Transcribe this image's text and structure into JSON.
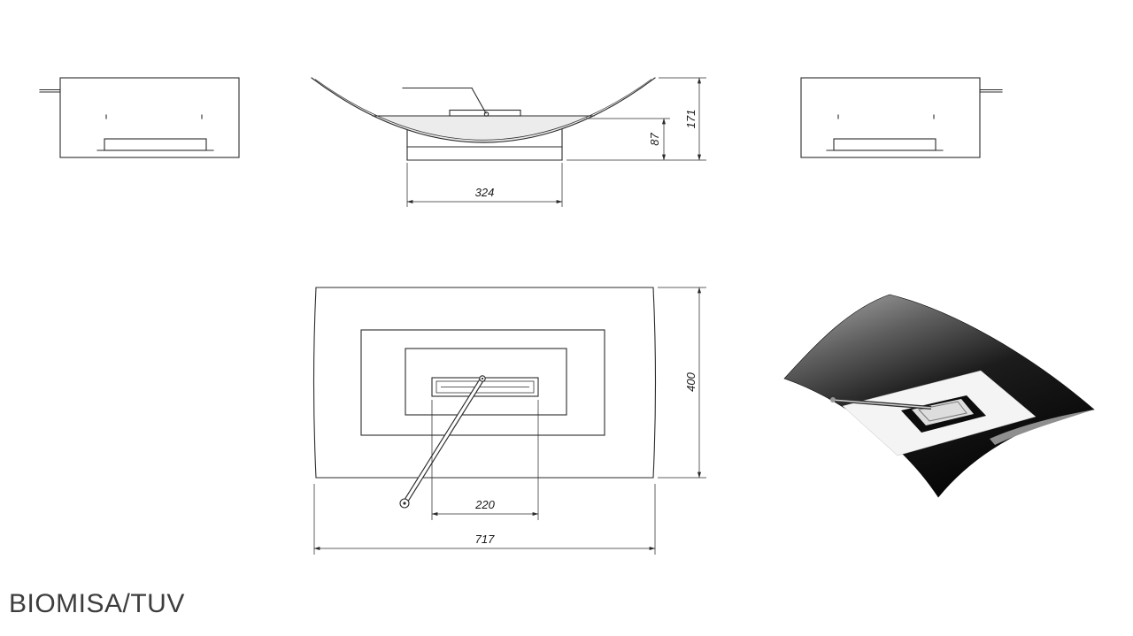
{
  "title": "BIOMISA/TUV",
  "drawing": {
    "front_view": {
      "base_width_mm": "324",
      "burner_height_mm": "87",
      "total_height_mm": "171"
    },
    "plan_view": {
      "burner_width_mm": "220",
      "total_width_mm": "717",
      "total_depth_mm": "400"
    }
  },
  "colors": {
    "background": "#ffffff",
    "line": "#2b2b2b",
    "section_shade": "#ececec",
    "render_light": "#b0b0b0",
    "render_dark": "#050505",
    "panel_white": "#f4f4f4"
  }
}
